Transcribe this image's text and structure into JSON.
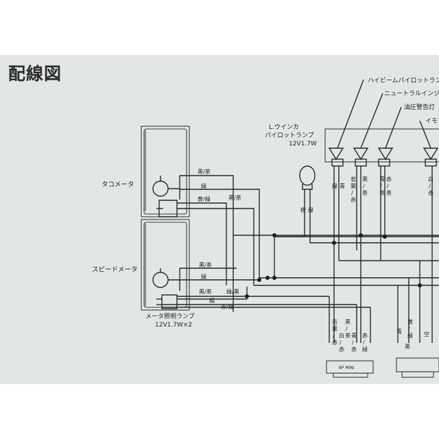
{
  "title": "配線図",
  "gauges": {
    "tacho": "タコメータ",
    "speedo": "スピードメータ",
    "illum_label": "メータ照明ランプ",
    "illum_spec": "12V1.7W×2"
  },
  "left_turn_lamp": {
    "line1": "L.ウインカ",
    "line2": "パイロットランプ",
    "spec": "12V1.7W",
    "wire": "橙",
    "wire2": "緑"
  },
  "pilot_labels": [
    "ハイビームパイロットラン",
    "ニュートラルインジ",
    "油圧警告灯",
    "イモ"
  ],
  "tacho_wires": [
    "黒/茶",
    "緑",
    "黄/緑",
    "黒/茶"
  ],
  "speedo_wires": [
    "黒/茶",
    "緑",
    "黒/茶",
    "緑/黒",
    "橘",
    "赤/緑"
  ],
  "top_vertical_labels": [
    {
      "chars": [
        "緑",
        "青"
      ]
    },
    {
      "chars": [
        "若",
        "葉",
        "/",
        "赤"
      ]
    },
    {
      "chars": [
        "黒",
        "/",
        "茶"
      ]
    },
    {
      "chars": [
        "青",
        "/",
        "茶"
      ]
    },
    {
      "chars": [
        "赤",
        "/",
        "茶"
      ]
    },
    {
      "chars": [
        "白",
        "/",
        "赤"
      ]
    }
  ],
  "bottom_vertical_labels": [
    {
      "chars": [
        "若",
        "葉",
        "/",
        "赤"
      ]
    },
    {
      "chars": [
        "白",
        "/",
        "赤"
      ]
    },
    {
      "chars": [
        "黒",
        "/",
        "茶"
      ]
    },
    {
      "chars": [
        "青",
        "/",
        "赤"
      ]
    },
    {
      "chars": [
        "赤",
        "/",
        "緑"
      ]
    },
    {
      "chars": [
        "青"
      ]
    },
    {
      "chars": [
        "黄",
        "/",
        "緑"
      ]
    },
    {
      "chars": [
        "黒"
      ]
    },
    {
      "chars": [
        "空"
      ]
    }
  ],
  "connector_label": "6P MINI"
}
